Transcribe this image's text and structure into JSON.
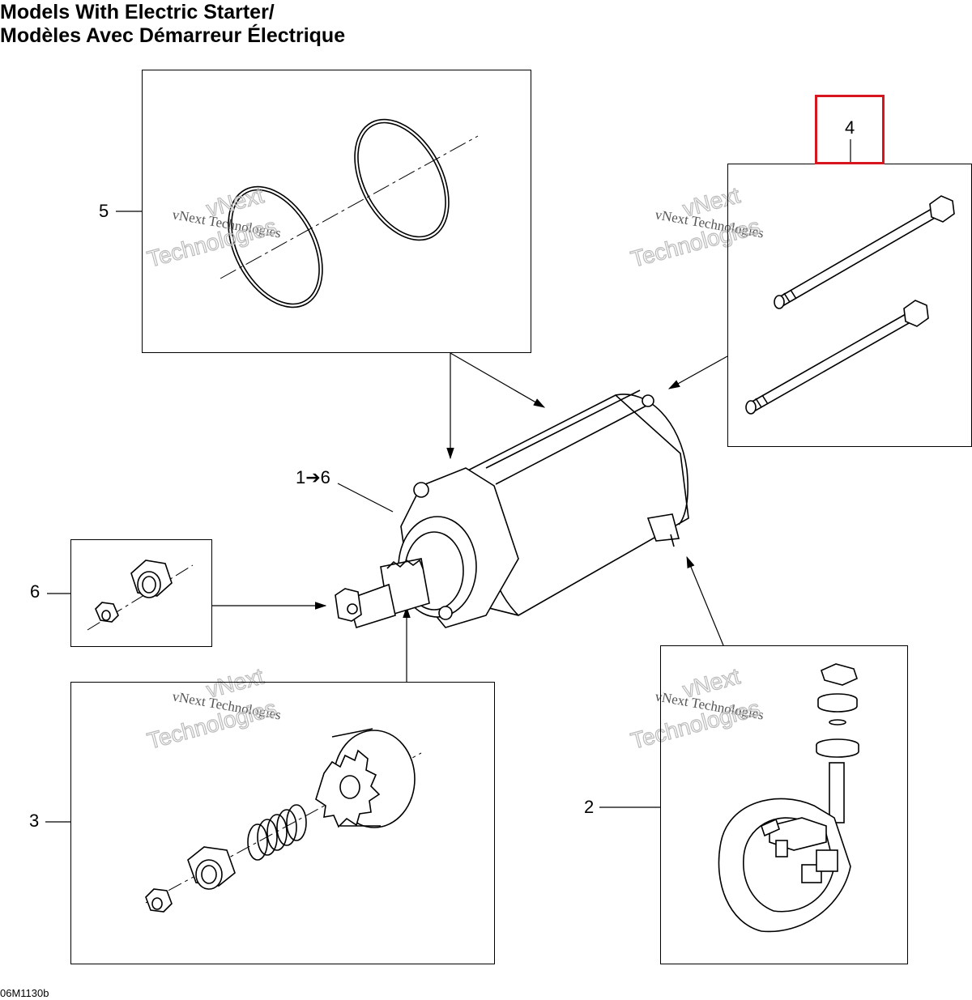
{
  "title": {
    "line1": "Models With Electric Starter/",
    "line2": "Modèles Avec Démarreur Électrique"
  },
  "callouts": {
    "c1": "1➔6",
    "c2": "2",
    "c3": "3",
    "c4": "4",
    "c5": "5",
    "c6": "6"
  },
  "watermark": {
    "line1": "vNext Technologies",
    "line2": "vNext",
    "line3": "Technologies"
  },
  "figure_code": "06M1130b",
  "highlight_color": "#d8141c"
}
